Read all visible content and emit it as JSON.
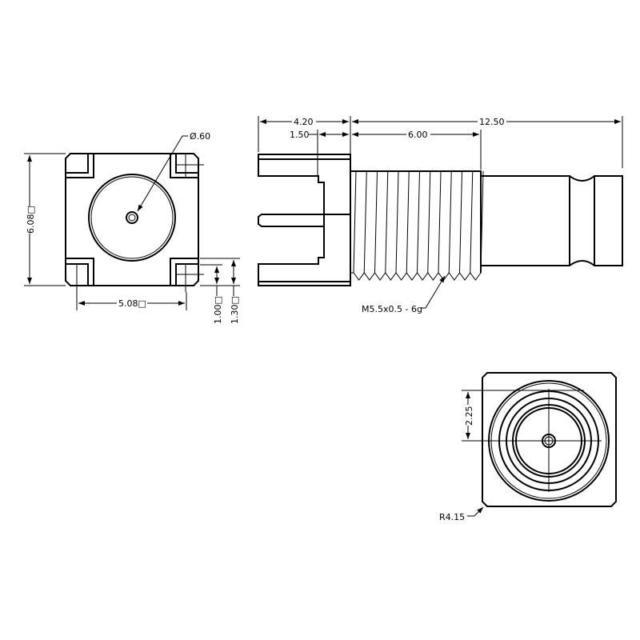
{
  "drawing": {
    "front_view": {
      "hole_diameter": "Ø.60",
      "height": "6.08□",
      "width": "5.08□",
      "pad_inner": "1.00□",
      "pad_outer": "1.30□"
    },
    "side_view": {
      "flange_length": "4.20",
      "flange_offset": "1.50",
      "thread_length": "6.00",
      "overall_length": "12.50",
      "thread_spec": "M5.5x0.5 - 6g"
    },
    "end_view": {
      "center_offset": "2.25",
      "corner_radius": "R4.15"
    }
  }
}
